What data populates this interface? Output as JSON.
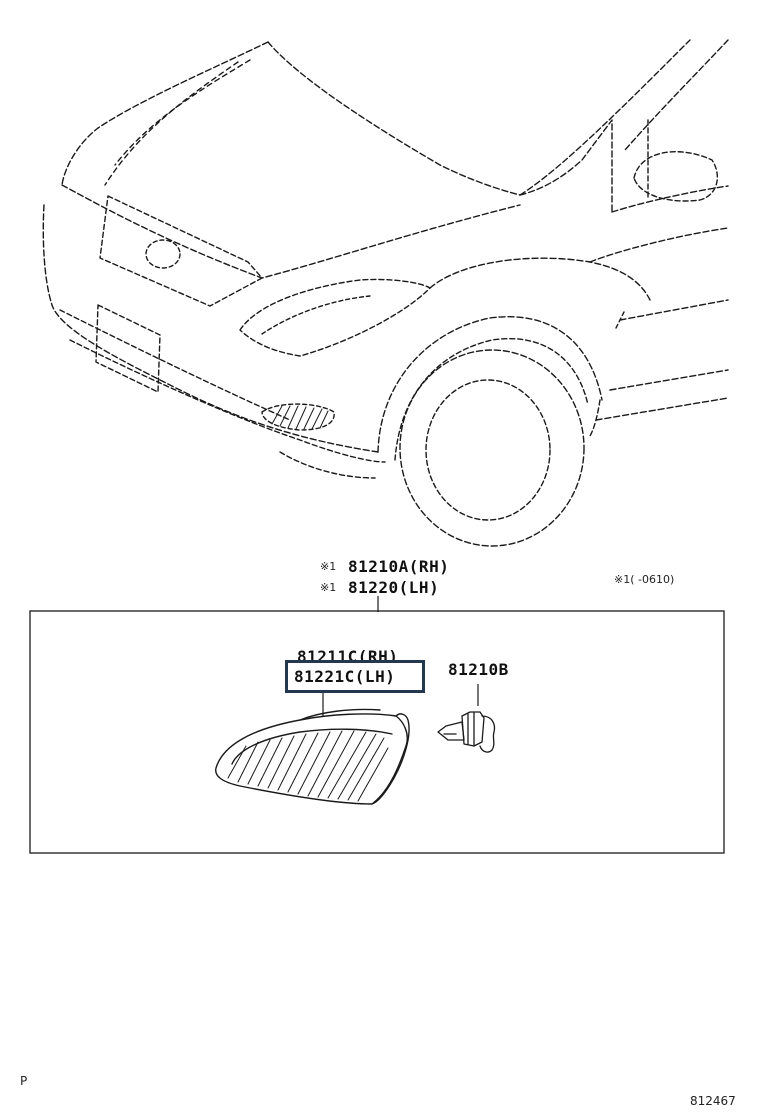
{
  "labels": {
    "rh_assembly": "81210A(RH)",
    "lh_assembly": "81220(LH)",
    "note_marker_1": "※1",
    "note_marker_2": "※1",
    "note_legend": "※1(      -0610)",
    "lens_rh": "81211C(RH)",
    "lens_lh": "81221C(LH)",
    "bulb": "81210B"
  },
  "footer": {
    "left_code": "P",
    "diagram_number": "812467"
  },
  "highlight": {
    "target": "81221C(LH)",
    "border_color": "#23384f"
  }
}
